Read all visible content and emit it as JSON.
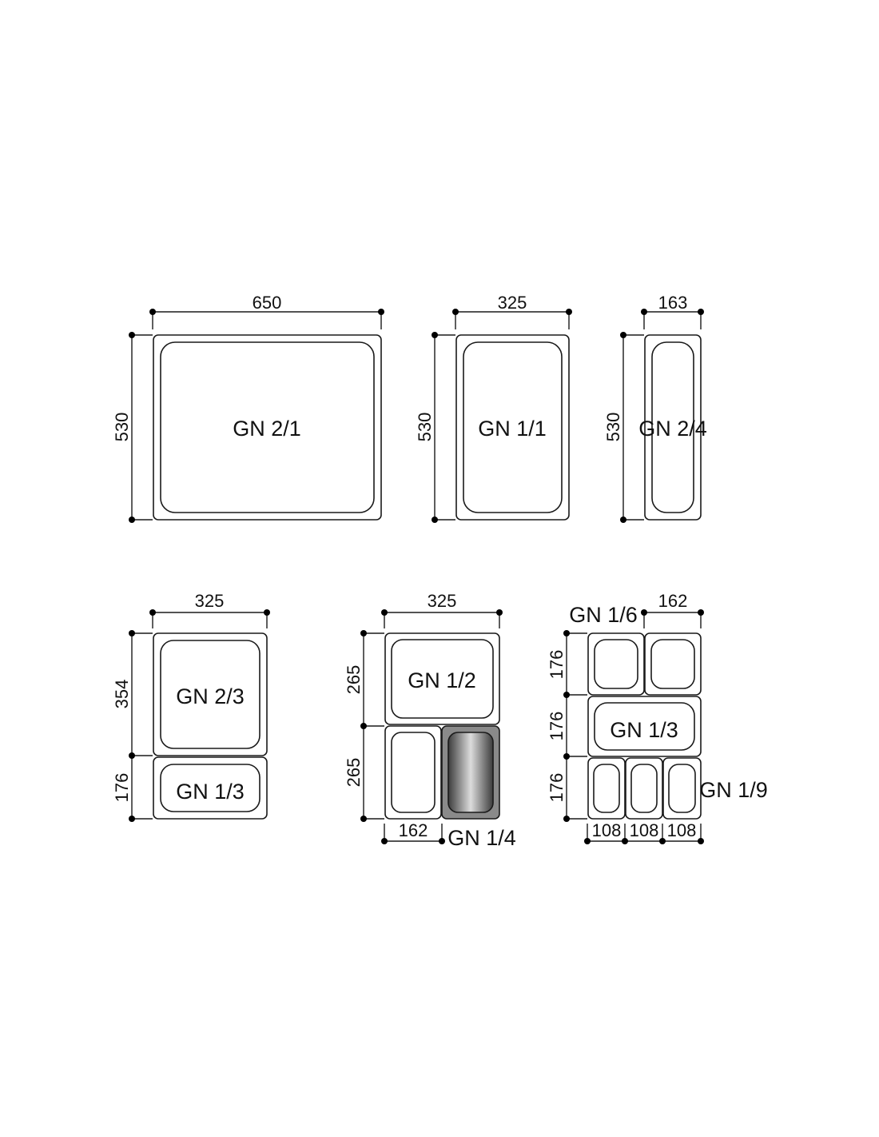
{
  "pans": {
    "gn21": {
      "label": "GN 2/1",
      "width": "650",
      "height": "530"
    },
    "gn11": {
      "label": "GN 1/1",
      "width": "325",
      "height": "530"
    },
    "gn24": {
      "label": "GN 2/4",
      "width": "163",
      "height": "530"
    },
    "gn23": {
      "label": "GN 2/3",
      "label_small": "GN 1/3",
      "width": "325",
      "height_top": "354",
      "height_bottom": "176"
    },
    "gn12": {
      "label": "GN 1/2",
      "label_quarter": "GN 1/4",
      "width": "325",
      "height_top": "265",
      "height_bottom": "265",
      "width_quarter": "162"
    },
    "gn16": {
      "label_sixth": "GN 1/6",
      "label_third": "GN 1/3",
      "label_ninth": "GN 1/9",
      "width_sixth": "162",
      "height_row1": "176",
      "height_row2": "176",
      "height_row3": "176",
      "width_ninth_1": "108",
      "width_ninth_2": "108",
      "width_ninth_3": "108"
    }
  },
  "colors": {
    "line": "#1a1a1a",
    "highlight_dark": "#4a4a4a",
    "highlight_light": "#d8d8d8"
  }
}
